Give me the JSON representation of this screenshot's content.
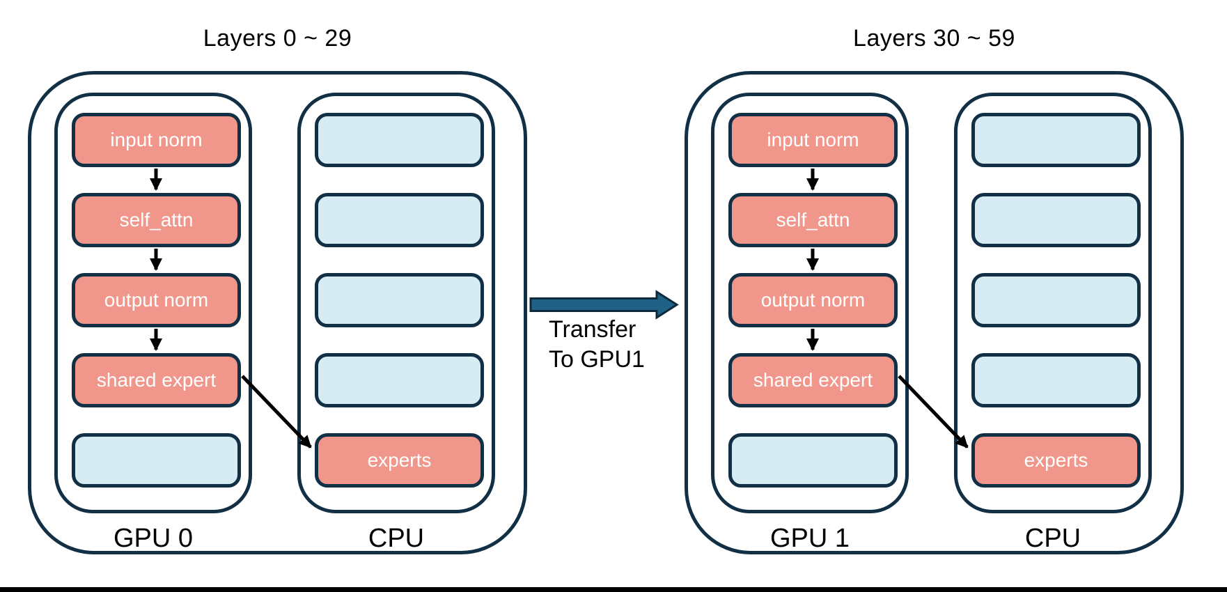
{
  "colors": {
    "border_dark": "#112F45",
    "box_salmon": "#F0968B",
    "box_lightblue": "#D7EBF2",
    "box_text": "#FFFFFF",
    "label_text": "#000000",
    "arrow_black": "#000000",
    "transfer_fill": "#1F6285",
    "transfer_stroke": "#0D2A3C",
    "bottom_bar": "#000000"
  },
  "groups": [
    {
      "title": "Layers 0 ~ 29",
      "gpu": {
        "label": "GPU 0",
        "boxes": [
          {
            "label": "input norm",
            "type": "salmon"
          },
          {
            "label": "self_attn",
            "type": "salmon"
          },
          {
            "label": "output norm",
            "type": "salmon"
          },
          {
            "label": "shared expert",
            "type": "salmon"
          },
          {
            "label": "",
            "type": "blue"
          }
        ]
      },
      "cpu": {
        "label": "CPU",
        "boxes": [
          {
            "label": "",
            "type": "blue"
          },
          {
            "label": "",
            "type": "blue"
          },
          {
            "label": "",
            "type": "blue"
          },
          {
            "label": "",
            "type": "blue"
          },
          {
            "label": "experts",
            "type": "salmon"
          }
        ]
      }
    },
    {
      "title": "Layers 30 ~ 59",
      "gpu": {
        "label": "GPU 1",
        "boxes": [
          {
            "label": "input norm",
            "type": "salmon"
          },
          {
            "label": "self_attn",
            "type": "salmon"
          },
          {
            "label": "output norm",
            "type": "salmon"
          },
          {
            "label": "shared expert",
            "type": "salmon"
          },
          {
            "label": "",
            "type": "blue"
          }
        ]
      },
      "cpu": {
        "label": "CPU",
        "boxes": [
          {
            "label": "",
            "type": "blue"
          },
          {
            "label": "",
            "type": "blue"
          },
          {
            "label": "",
            "type": "blue"
          },
          {
            "label": "",
            "type": "blue"
          },
          {
            "label": "experts",
            "type": "salmon"
          }
        ]
      }
    }
  ],
  "transfer": {
    "line1": "Transfer",
    "line2": "To GPU1"
  }
}
